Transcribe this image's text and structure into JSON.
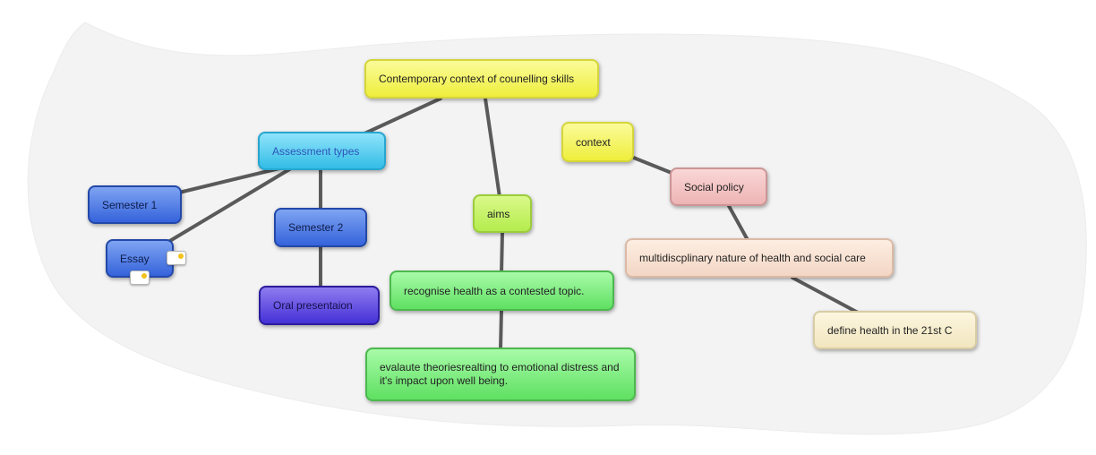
{
  "nodes": {
    "main": "Contemporary context of counelling skills",
    "assessment_types": "Assessment types",
    "semester1": "Semester 1",
    "essay": "Essay",
    "semester2": "Semester 2",
    "oral": "Oral presentaion",
    "aims": "aims",
    "recognise": "recognise health as a contested topic.",
    "evaluate": "evalaute theoriesrealting to emotional distress and it's impact upon well being.",
    "context": "context",
    "social_policy": "Social policy",
    "multidisciplinary": "multidiscplinary nature of health and social care",
    "define": "define health in the 21st C"
  },
  "colors": {
    "link": "#5a5a5a",
    "background_blob": "#f3f3f3"
  },
  "icons": [
    "note-icon",
    "note-icon"
  ]
}
